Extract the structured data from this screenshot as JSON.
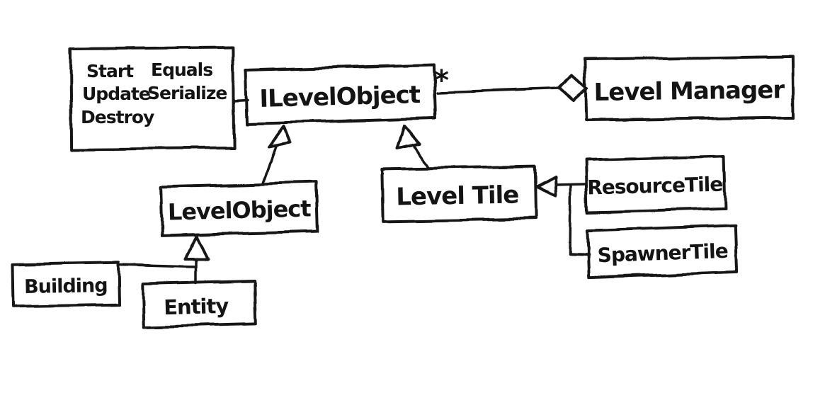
{
  "page": {
    "background": "#ffffff",
    "ink_color": "#141414",
    "style": "hand-drawn whiteboard sketch"
  },
  "diagram": {
    "type": "uml-class-diagram",
    "nodes": {
      "interface_methods_note": {
        "left_column": [
          "Start",
          "Update",
          "Destroy"
        ],
        "right_column": [
          "Equals",
          "Serialize"
        ]
      },
      "ilevelobject": {
        "label": "ILevelObject"
      },
      "levelmanager": {
        "label": "Level Manager"
      },
      "levelobject": {
        "label": "LevelObject"
      },
      "leveltile": {
        "label": "Level Tile"
      },
      "resourcetile": {
        "label": "ResourceTile"
      },
      "spawnertile": {
        "label": "SpawnerTile"
      },
      "building": {
        "label": "Building"
      },
      "entity": {
        "label": "Entity"
      }
    },
    "labels": {
      "multiplicity": "*"
    },
    "relationships": [
      {
        "from": "interface_methods_note",
        "to": "ILevelObject",
        "type": "note-attachment"
      },
      {
        "from": "ILevelObject",
        "to": "LevelManager",
        "type": "aggregation",
        "multiplicity": "*"
      },
      {
        "from": "LevelObject",
        "to": "ILevelObject",
        "type": "generalization"
      },
      {
        "from": "LevelTile",
        "to": "ILevelObject",
        "type": "generalization"
      },
      {
        "from": "ResourceTile",
        "to": "LevelTile",
        "type": "generalization"
      },
      {
        "from": "SpawnerTile",
        "to": "LevelTile",
        "type": "generalization"
      },
      {
        "from": "Building",
        "to": "LevelObject",
        "type": "generalization"
      },
      {
        "from": "Entity",
        "to": "LevelObject",
        "type": "generalization"
      }
    ]
  }
}
